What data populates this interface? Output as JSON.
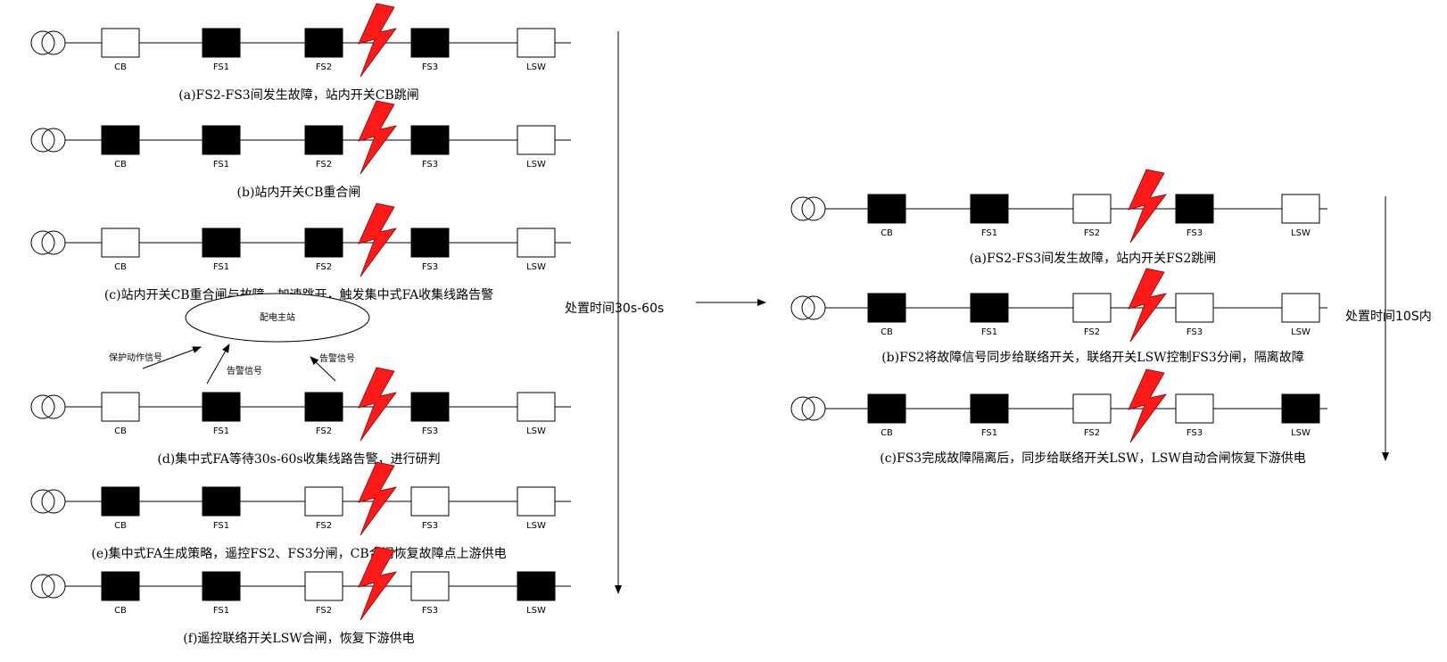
{
  "colors": {
    "line": "#000000",
    "closed_switch": "#000000",
    "open_switch": "#ffffff",
    "fault_bolt": "#ff1a1a",
    "fault_bolt_outline": "#8a0000"
  },
  "icons": {
    "transformer": "transformer-icon",
    "fault": "lightning-bolt-icon",
    "switch_closed": "filled-square-switch",
    "switch_open": "hollow-square-switch"
  },
  "switch_names": [
    "CB",
    "FS1",
    "FS2",
    "FS3",
    "LSW"
  ],
  "left_panel": {
    "time_label": "处置时间30s-60s",
    "rows": [
      {
        "states": [
          "open",
          "closed",
          "closed",
          "closed",
          "open"
        ],
        "caption": "(a)FS2-FS3间发生故障，站内开关CB跳闸"
      },
      {
        "states": [
          "closed",
          "closed",
          "closed",
          "closed",
          "open"
        ],
        "caption": "(b)站内开关CB重合闸"
      },
      {
        "states": [
          "open",
          "closed",
          "closed",
          "closed",
          "open"
        ],
        "caption": "(c)站内开关CB重合闸与故障，加速跳开，触发集中式FA收集线路告警"
      },
      {
        "states": [
          "open",
          "closed",
          "closed",
          "closed",
          "open"
        ],
        "caption": "(d)集中式FA等待30s-60s收集线路告警，进行研判"
      },
      {
        "states": [
          "closed",
          "closed",
          "open",
          "open",
          "open"
        ],
        "caption": "(e)集中式FA生成策略，遥控FS2、FS3分闸，CB合闸恢复故障点上游供电"
      },
      {
        "states": [
          "closed",
          "closed",
          "open",
          "open",
          "closed"
        ],
        "caption": "(f)遥控联络开关LSW合闸，恢复下游供电"
      }
    ],
    "master_station": {
      "label": "配电主站",
      "signals": [
        "保护动作信号",
        "告警信号",
        "告警信号"
      ]
    }
  },
  "right_panel": {
    "time_label": "处置时间10S内",
    "rows": [
      {
        "states": [
          "closed",
          "closed",
          "open",
          "closed",
          "open"
        ],
        "caption": "(a)FS2-FS3间发生故障，站内开关FS2跳闸"
      },
      {
        "states": [
          "closed",
          "closed",
          "open",
          "open",
          "open"
        ],
        "caption": "(b)FS2将故障信号同步给联络开关，联络开关LSW控制FS3分闸，隔离故障"
      },
      {
        "states": [
          "closed",
          "closed",
          "open",
          "open",
          "closed"
        ],
        "caption": "(c)FS3完成故障隔离后，同步给联络开关LSW，LSW自动合闸恢复下游供电"
      }
    ]
  }
}
